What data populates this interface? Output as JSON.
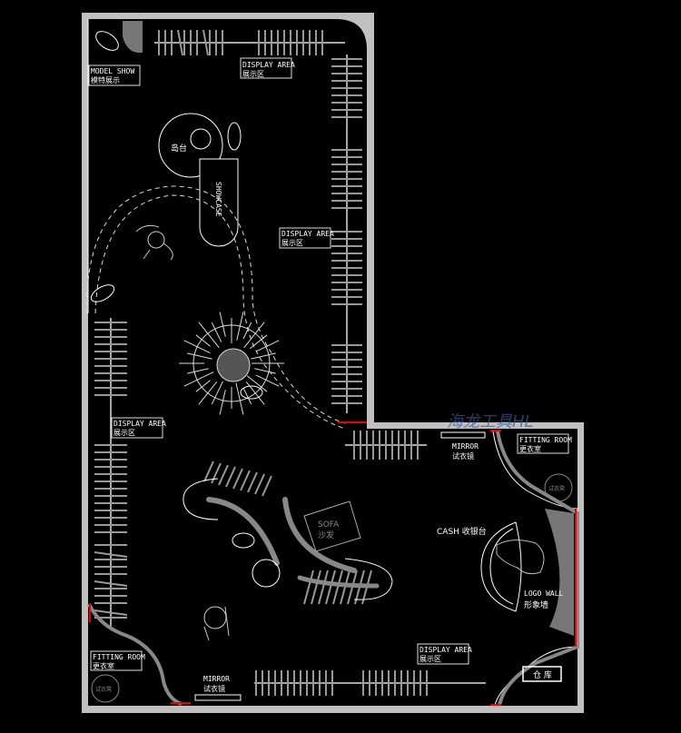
{
  "labels": {
    "model_show_en": "MODEL SHOW",
    "model_show_cn": "模特展示",
    "display_area": [
      {
        "en": "DISPLAY AREA",
        "cn": "展示区"
      },
      {
        "en": "DISPLAY AREA",
        "cn": "展示区"
      },
      {
        "en": "DISPLAY AREA",
        "cn": "展示区"
      },
      {
        "en": "DISPLAY AREA",
        "cn": "展示区"
      }
    ],
    "island": "岛台",
    "showcase": "SHOWCASE",
    "sofa_en": "SOFA",
    "sofa_cn": "沙发",
    "cash": "CASH 收银台",
    "logo_wall_en": "LOGO WALL",
    "logo_wall_cn": "形象墙",
    "fitting_room": [
      {
        "en": "FITTING ROOM",
        "cn": "更衣室"
      },
      {
        "en": "FITTING ROOM",
        "cn": "更衣室"
      }
    ],
    "stool": [
      "试衣凳",
      "试衣凳"
    ],
    "mirror": [
      {
        "en": "MIRROR",
        "cn": "试衣镜"
      },
      {
        "en": "MIRROR",
        "cn": "试衣镜"
      }
    ],
    "storage": "仓 库",
    "watermark": "海龙工具HL"
  },
  "colors": {
    "wall": "#c0c0c0",
    "line": "#ffffff",
    "shelf": "#999999",
    "door_mark": "#e00000"
  }
}
